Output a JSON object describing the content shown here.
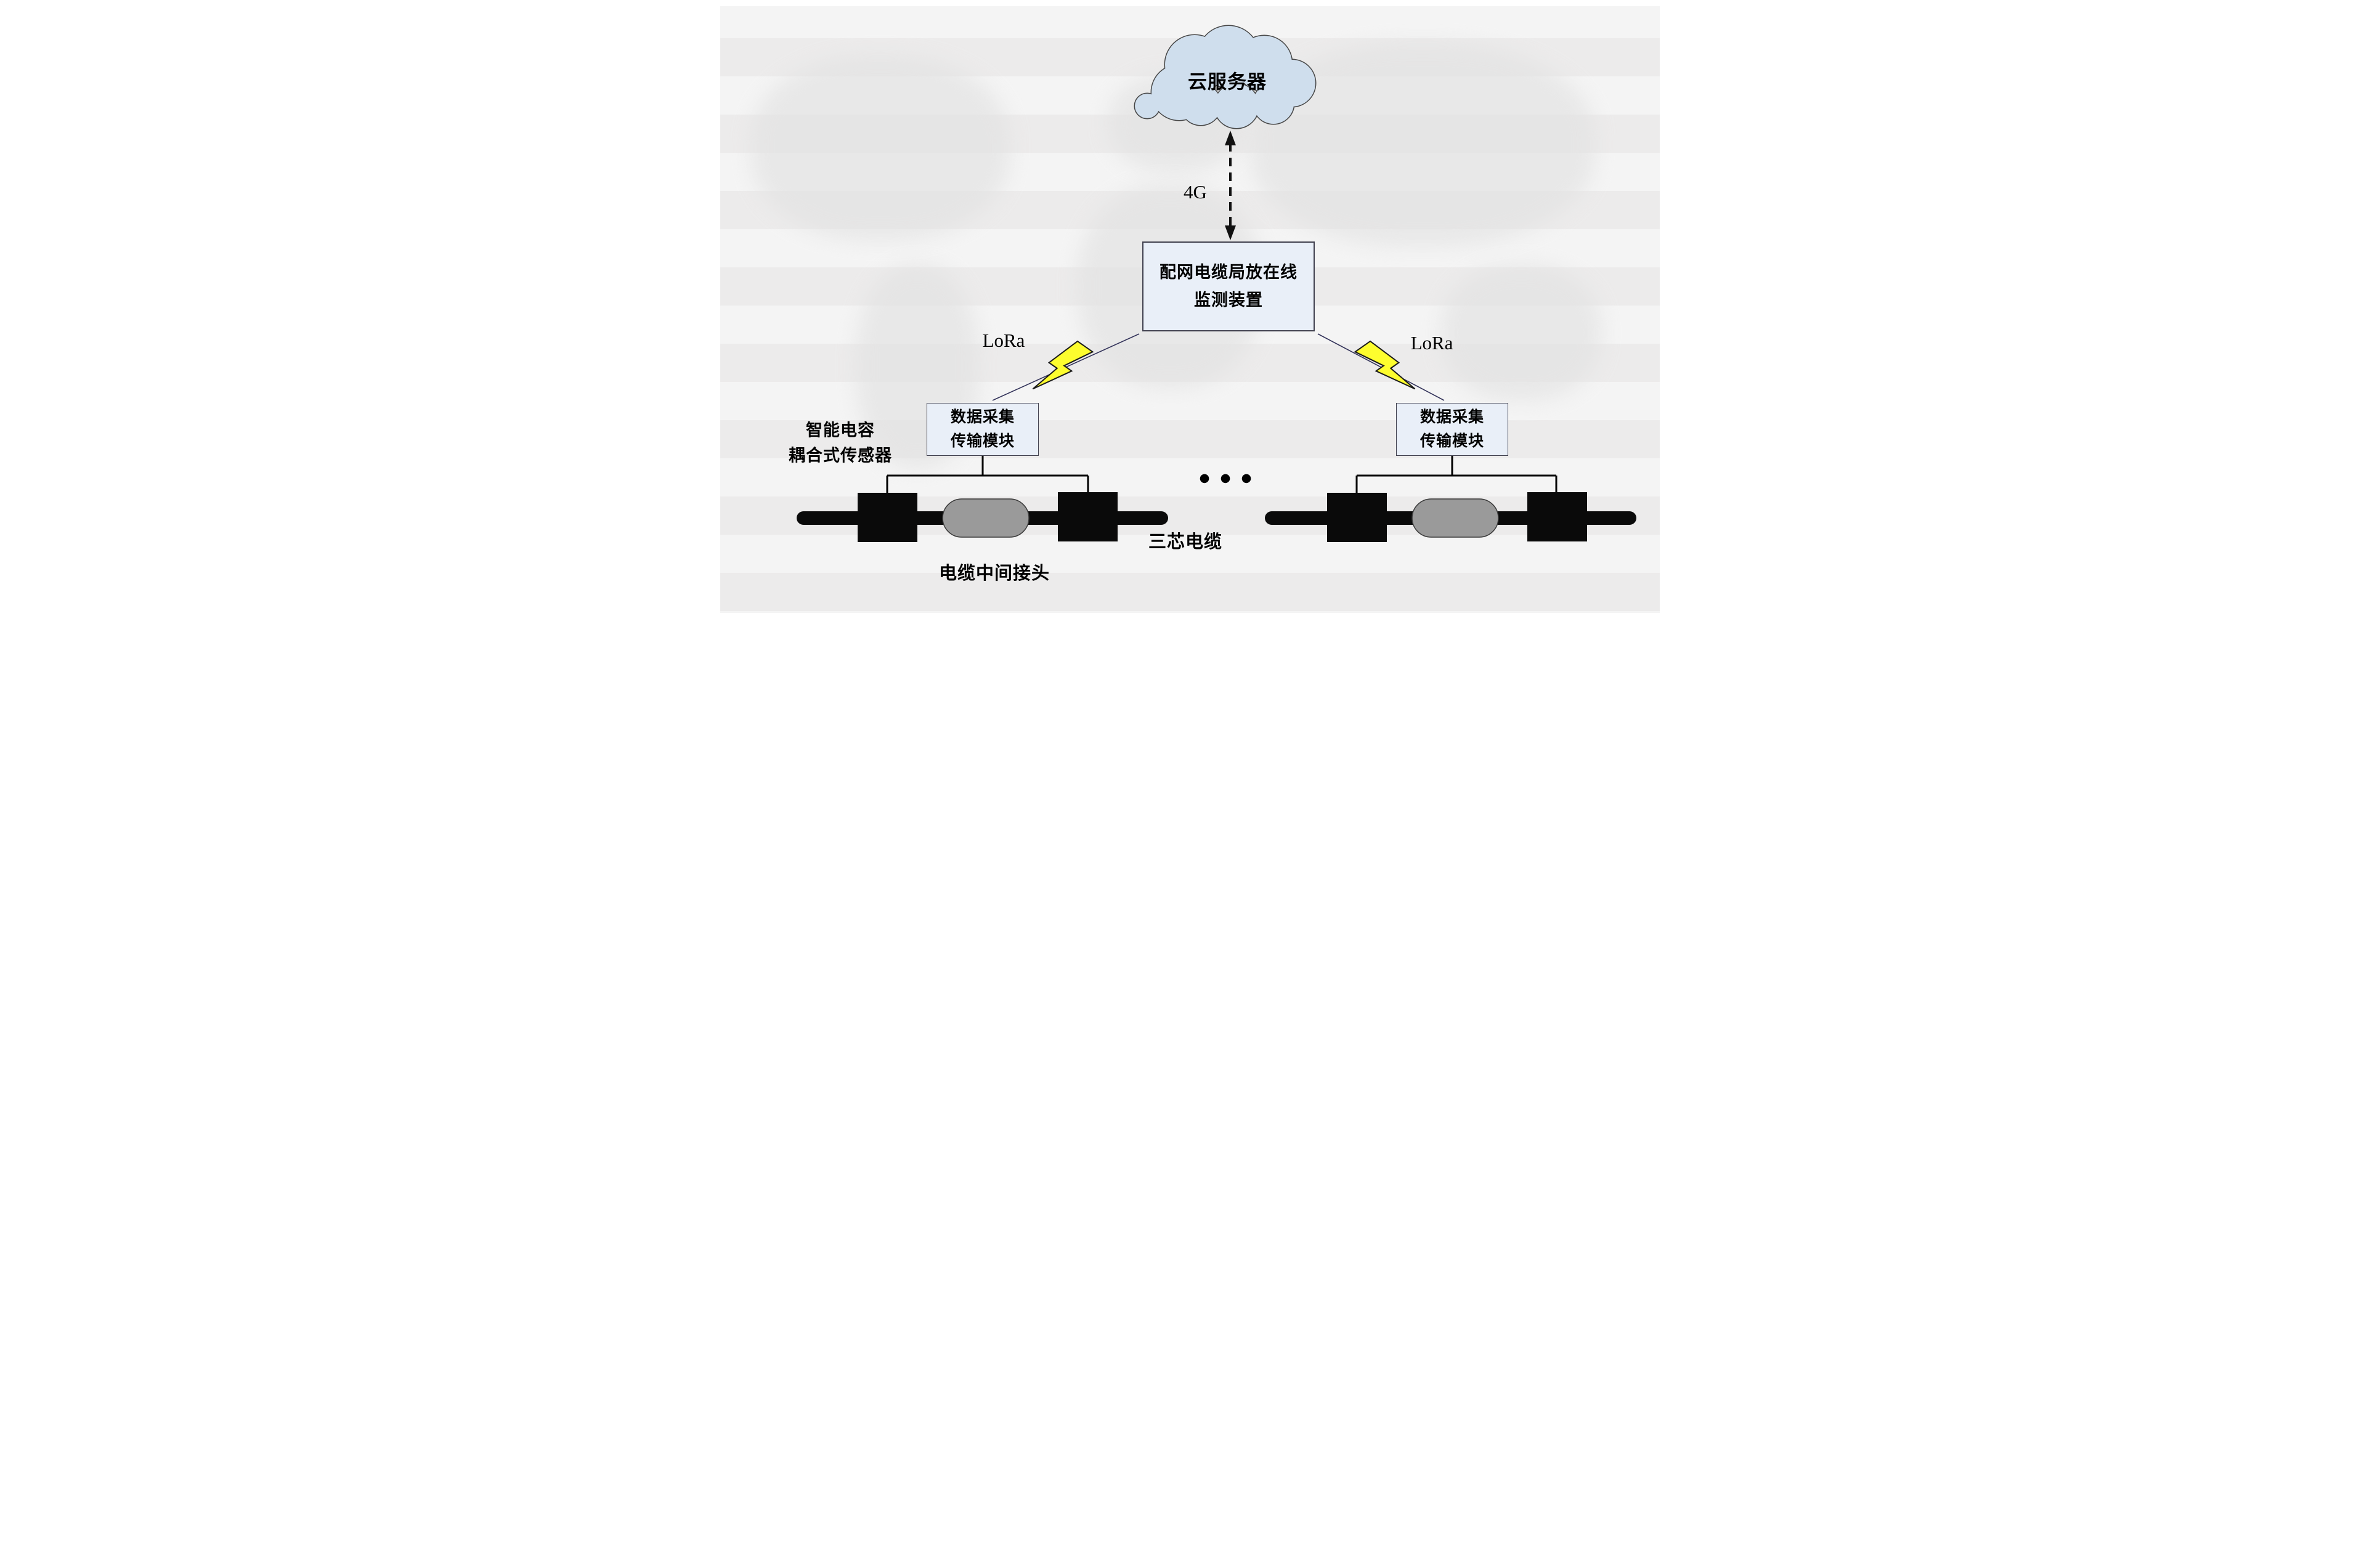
{
  "colors": {
    "cloud_fill": "#cfdeed",
    "cloud_stroke": "#474747",
    "box_fill": "#e9eff8",
    "box_border": "#41414f",
    "bolt_fill": "#fdfd2e",
    "bolt_stroke": "#1a1a1a",
    "joint_fill": "#9a9a9a",
    "cable_color": "#0a0a0a"
  },
  "cloud": {
    "label": "云服务器"
  },
  "connections": {
    "cloud_monitor": "4G",
    "monitor_left": "LoRa",
    "monitor_right": "LoRa"
  },
  "monitor_box": {
    "line1": "配网电缆局放在线",
    "line2": "监测装置"
  },
  "module_left": {
    "line1": "数据采集",
    "line2": "传输模块"
  },
  "module_right": {
    "line1": "数据采集",
    "line2": "传输模块"
  },
  "annotations": {
    "sensor_line1": "智能电容",
    "sensor_line2": "耦合式传感器",
    "joint": "电缆中间接头",
    "cable": "三芯电缆",
    "ellipsis": "● ● ●"
  }
}
